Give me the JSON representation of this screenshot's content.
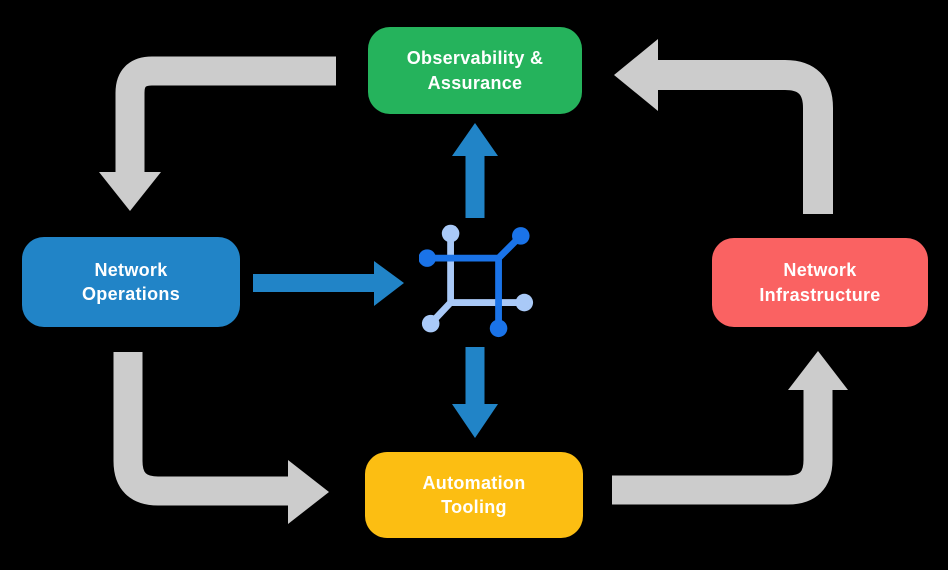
{
  "colors": {
    "background": "#000000",
    "arrow_gray": "#cccccc",
    "arrow_blue": "#2184c7",
    "node_green": "#25b35c",
    "node_blue": "#2184c7",
    "node_red": "#fa6262",
    "node_yellow": "#fcbe12",
    "icon_dark_blue": "#1a73e8",
    "icon_light_blue": "#a9c9f7",
    "text": "#ffffff"
  },
  "nodes": {
    "observability": {
      "label": "Observability &\nAssurance"
    },
    "operations": {
      "label": "Network\nOperations"
    },
    "infrastructure": {
      "label": "Network\nInfrastructure"
    },
    "automation": {
      "label": "Automation\nTooling"
    }
  },
  "center_icon": {
    "name": "network-automation-icon"
  },
  "arrows": [
    {
      "from": "observability",
      "to": "operations",
      "style": "gray"
    },
    {
      "from": "operations",
      "to": "automation",
      "style": "gray"
    },
    {
      "from": "automation",
      "to": "infrastructure",
      "style": "gray"
    },
    {
      "from": "infrastructure",
      "to": "observability",
      "style": "gray"
    },
    {
      "from": "operations",
      "to": "center-icon",
      "style": "blue"
    },
    {
      "from": "center-icon",
      "to": "observability",
      "style": "blue"
    },
    {
      "from": "center-icon",
      "to": "automation",
      "style": "blue"
    }
  ]
}
